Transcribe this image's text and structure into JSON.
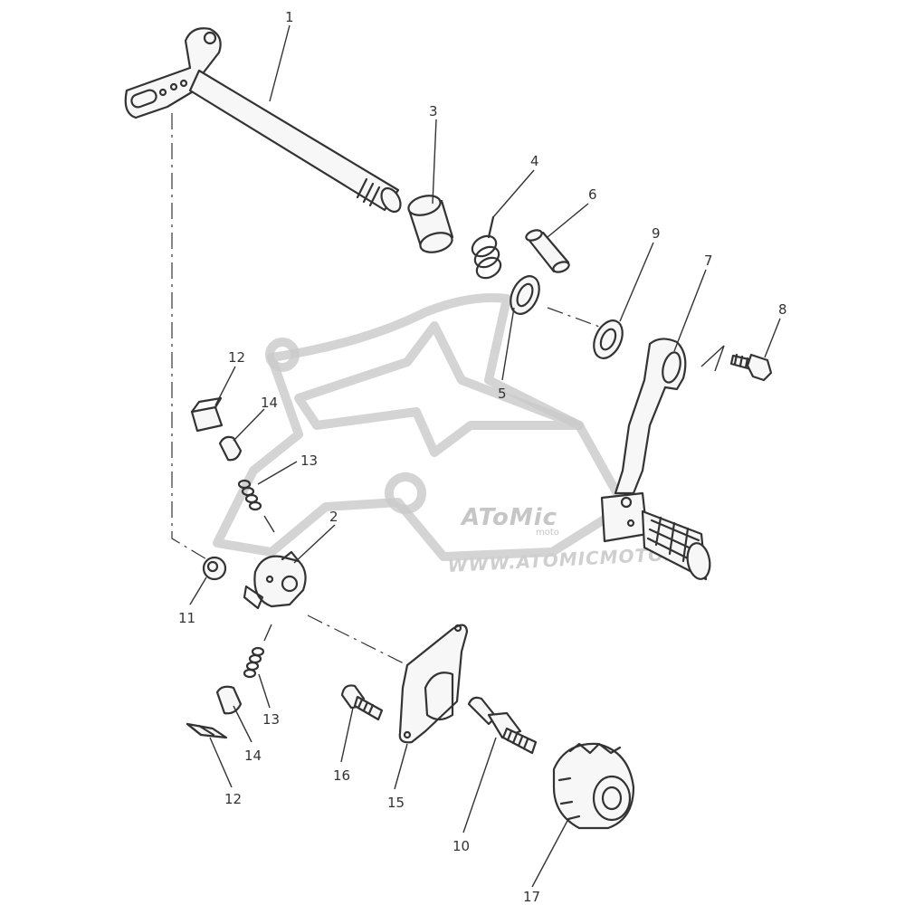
{
  "diagram": {
    "callouts": {
      "c1": "1",
      "c2": "2",
      "c3": "3",
      "c4": "4",
      "c5": "5",
      "c6": "6",
      "c7": "7",
      "c8": "8",
      "c9": "9",
      "c10": "10",
      "c11": "11",
      "c12a": "12",
      "c12b": "12",
      "c13a": "13",
      "c13b": "13",
      "c14a": "14",
      "c14b": "14",
      "c15": "15",
      "c16": "16",
      "c17": "17"
    }
  },
  "watermark": {
    "logo": "AToMic",
    "sub": "moto",
    "url": "WWW.ATOMICMOTO.FR"
  }
}
